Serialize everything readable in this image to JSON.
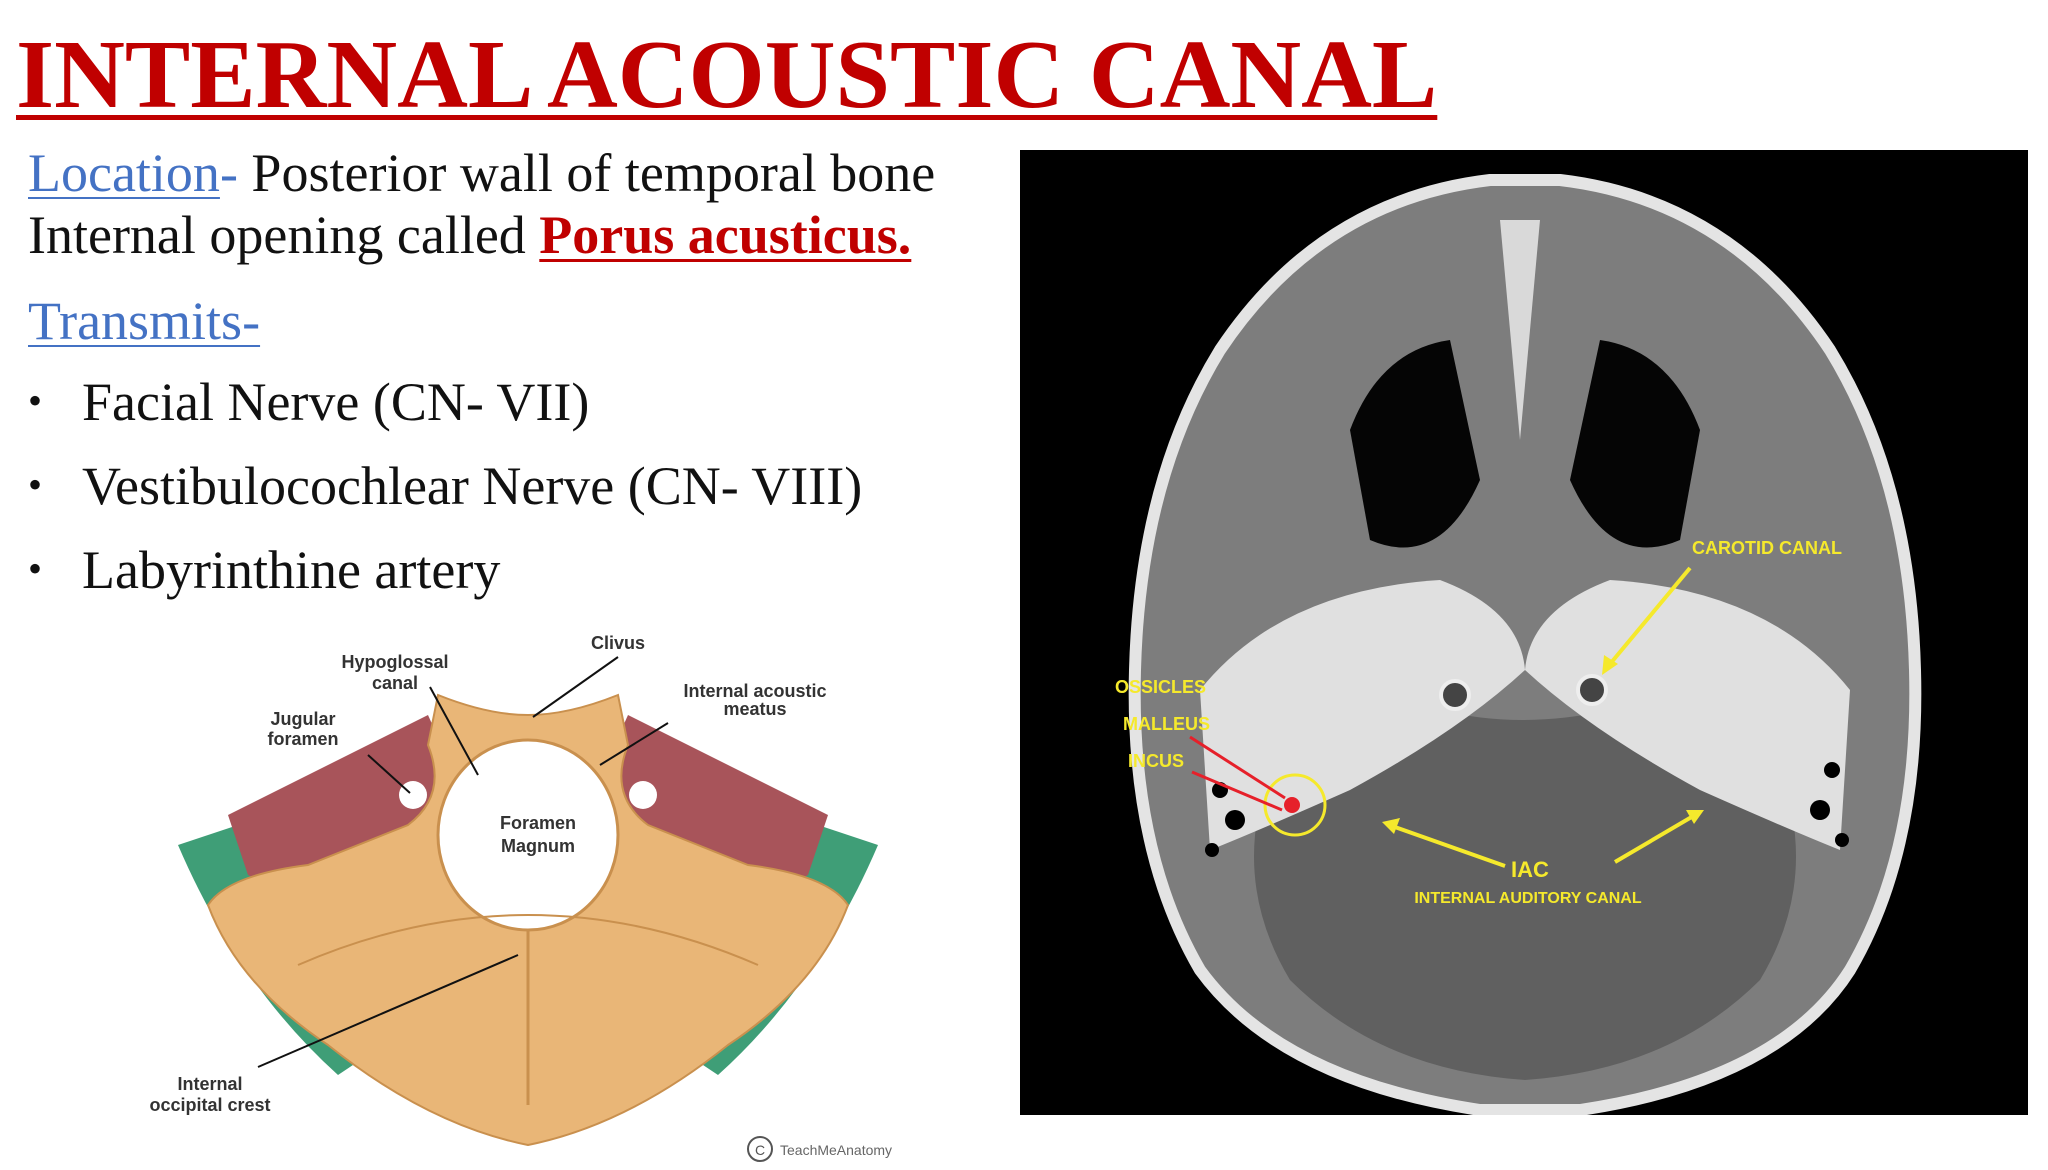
{
  "slide": {
    "title": "INTERNAL ACOUSTIC CANAL",
    "location_label": "Location",
    "location_dash": "- ",
    "location_text": "Posterior wall of temporal bone",
    "opening_text": "Internal opening called ",
    "opening_term": "Porus acusticus.",
    "transmits_label": "Transmits-",
    "bullets": [
      "Facial Nerve (CN- VII)",
      "Vestibulocochlear Nerve (CN- VIII)",
      "Labyrinthine artery"
    ]
  },
  "diagram": {
    "labels": {
      "clivus": "Clivus",
      "hypoglossal_1": "Hypoglossal",
      "hypoglossal_2": "canal",
      "iam_1": "Internal acoustic",
      "iam_2": "meatus",
      "jugular_1": "Jugular",
      "jugular_2": "foramen",
      "foramen_1": "Foramen",
      "foramen_2": "Magnum",
      "crest_1": "Internal",
      "crest_2": "occipital crest"
    },
    "watermark": "TeachMeAnatomy",
    "copyright": "C",
    "colors": {
      "bone": "#e9b677",
      "red": "#a8545a",
      "green": "#3f9e77"
    }
  },
  "ct_scan": {
    "labels": {
      "carotid": "CAROTID CANAL",
      "ossicles": "OSSICLES",
      "malleus": "MALLEUS",
      "incus": "INCUS",
      "iac": "IAC",
      "iac_full": "INTERNAL AUDITORY CANAL"
    },
    "colors": {
      "label": "#f5e92c",
      "marker": "#e6202a"
    }
  }
}
